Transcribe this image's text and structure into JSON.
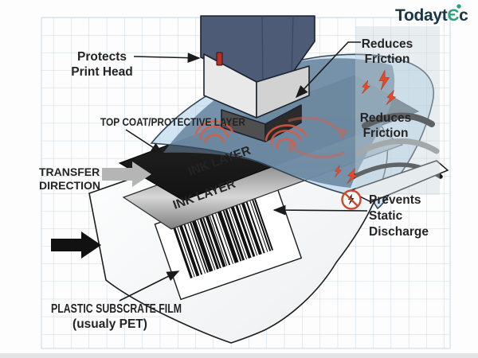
{
  "logo": {
    "text_primary": "Todayt",
    "text_accent": "Є",
    "text_suffix": "c"
  },
  "labels": {
    "protects_print_head": [
      "Protects",
      "Print Head"
    ],
    "top_coat": "TOP COAT/PROTECTIVE LAYER",
    "ink_layer_top": "INK LAYER",
    "ink_layer_bottom": "INK LAYER",
    "transfer_direction": [
      "TRANSFER",
      "DIRECTION"
    ],
    "reduces_friction_upper": [
      "Reduces",
      "Friction"
    ],
    "reduces_friction_lower": [
      "Reduces",
      "Friction"
    ],
    "prevents_static": [
      "Prevents",
      "Static",
      "Discharge"
    ],
    "substrate_film": [
      "PLASTIC SUBSCRATE FILM",
      "(usualy PET)"
    ]
  },
  "colors": {
    "logo_navy": "#1c3542",
    "logo_green": "#2ba379",
    "bolt_red": "#e6492e",
    "coat_blue": "#98c6e7",
    "head_navy": "#4d5b76"
  }
}
